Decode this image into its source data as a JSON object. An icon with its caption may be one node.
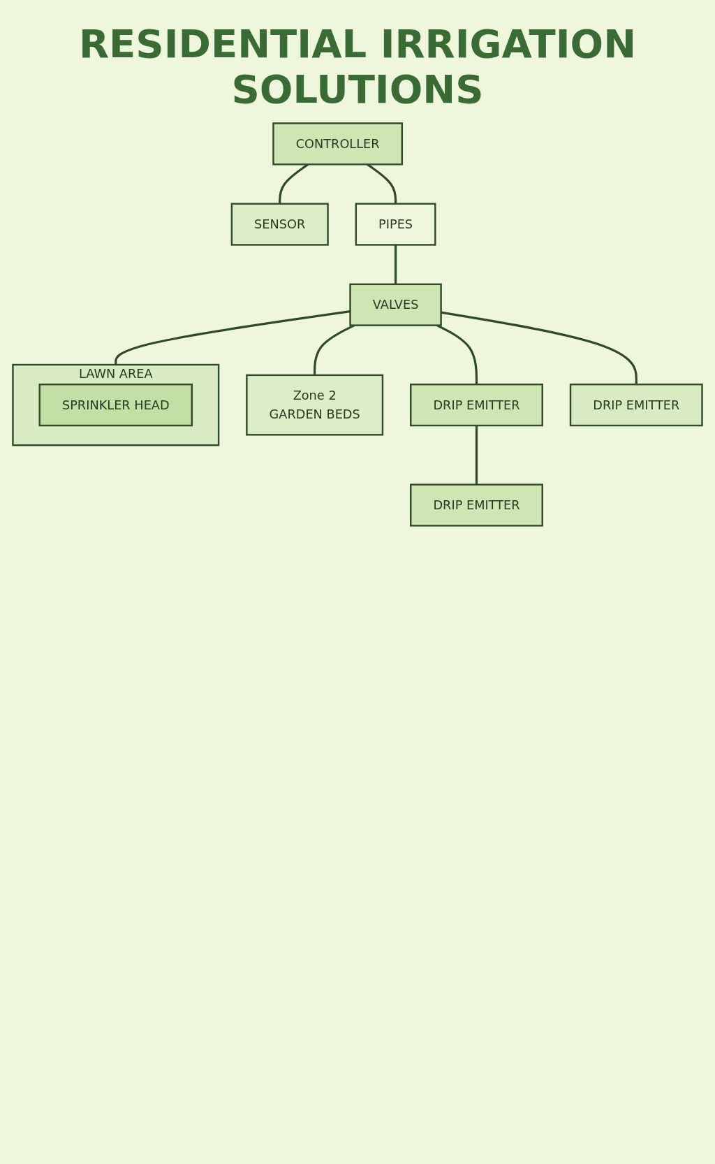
{
  "diagram": {
    "title": "RESIDENTIAL IRRIGATION SOLUTIONS",
    "nodes": [
      {
        "text": [
          "CONTROLLER"
        ]
      },
      {
        "text": [
          "SENSOR"
        ]
      },
      {
        "text": [
          "PIPES"
        ]
      },
      {
        "text": [
          "VALVES"
        ]
      },
      {
        "text": [
          "LAWN AREA"
        ]
      },
      {
        "text": [
          "SPRINKLER HEAD"
        ],
        "in": 4
      },
      {
        "text": [
          "Zone 2",
          "GARDEN BEDS"
        ]
      },
      {
        "text": [
          "DRIP EMITTER"
        ]
      },
      {
        "text": [
          "DRIP EMITTER"
        ]
      },
      {
        "text": [
          "DRIP EMITTER"
        ]
      }
    ],
    "edges": [
      {
        "from": 0,
        "to": 1,
        "arrow": "none"
      },
      {
        "from": 0,
        "to": 2,
        "arrow": "none"
      },
      {
        "from": 2,
        "to": 3,
        "arrow": "none"
      },
      {
        "from": 3,
        "to": 4,
        "arrow": "none"
      },
      {
        "from": 3,
        "to": 6,
        "arrow": "none"
      },
      {
        "from": 3,
        "to": 8,
        "arrow": "none"
      },
      {
        "from": 8,
        "to": 7,
        "arrow": "none"
      },
      {
        "from": 3,
        "to": 9,
        "arrow": "none"
      }
    ]
  }
}
